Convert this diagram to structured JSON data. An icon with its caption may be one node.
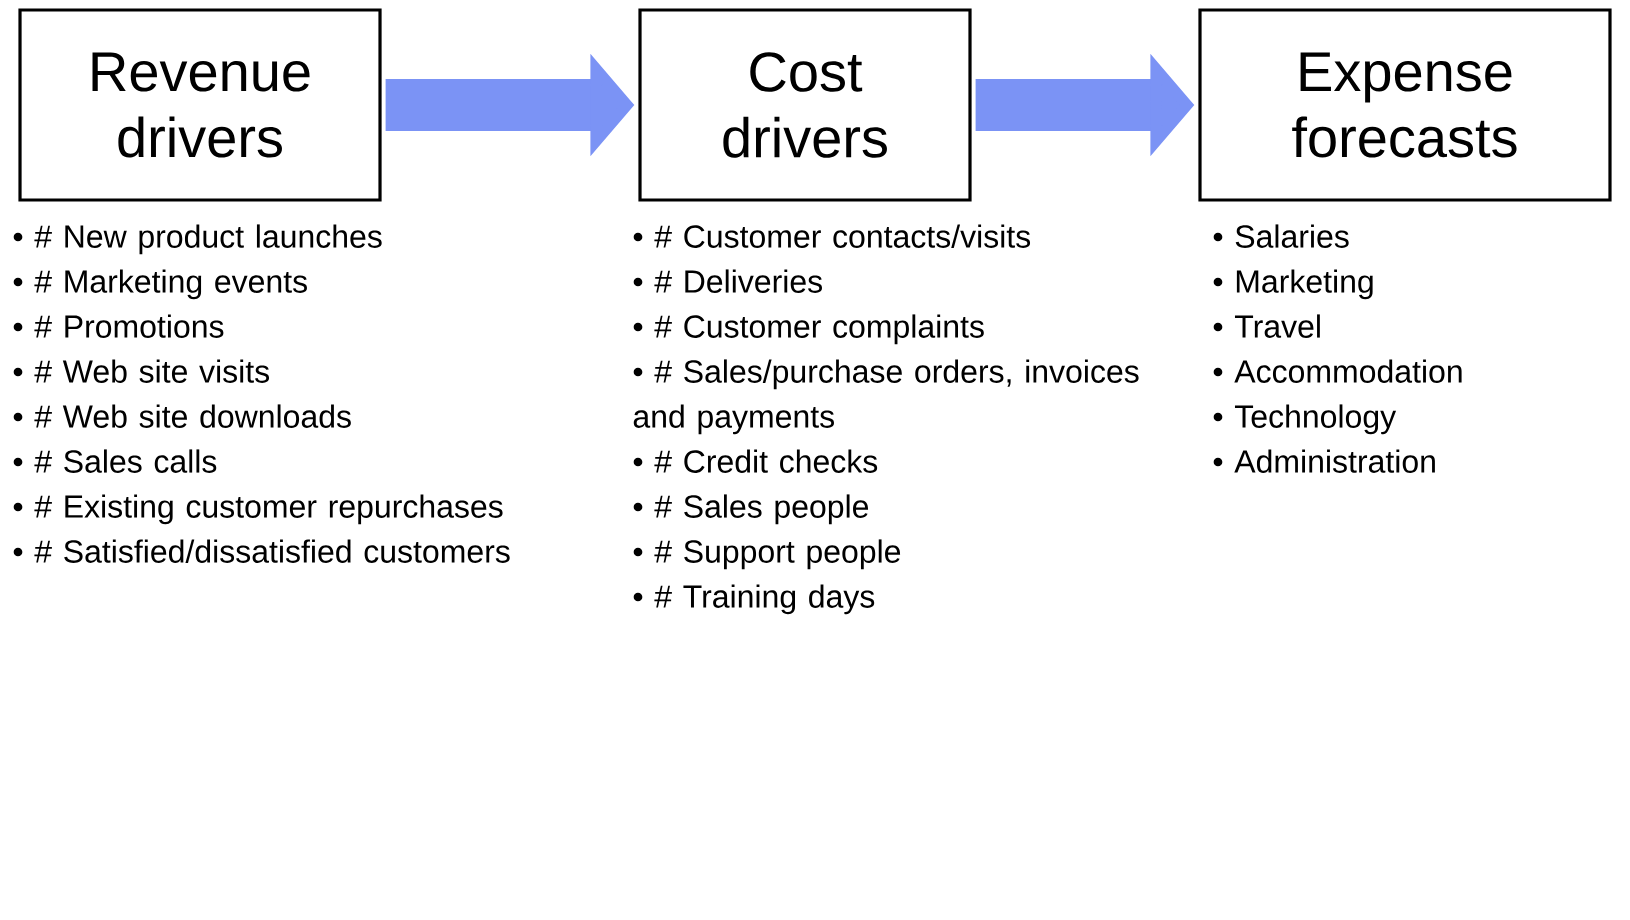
{
  "diagram": {
    "nodes": [
      {
        "text": [
          "Revenue drivers"
        ],
        "beside": [
          "• # New product launches",
          "• # Marketing events",
          "• # Promotions",
          "• # Web site visits",
          "• # Web site downloads",
          "• # Sales calls",
          "• # Existing customer repurchases",
          "• # Satisfied/dissatisfied customers"
        ]
      },
      {
        "text": [
          "Cost drivers"
        ],
        "beside": [
          "• # Customer contacts/visits",
          "• # Deliveries",
          "• # Customer complaints",
          "• # Sales/purchase orders, invoices and payments",
          "• # Credit checks",
          "• # Sales people",
          "• # Support people",
          "• # Training days"
        ]
      },
      {
        "text": [
          "Expense forecasts"
        ],
        "beside": [
          "• Salaries",
          "• Marketing",
          "• Travel",
          "• Accommodation",
          "• Technology",
          "• Administration"
        ]
      }
    ],
    "edges": [
      {
        "from": 0,
        "to": 1,
        "arrow": "to"
      },
      {
        "from": 1,
        "to": 2,
        "arrow": "to"
      }
    ]
  }
}
